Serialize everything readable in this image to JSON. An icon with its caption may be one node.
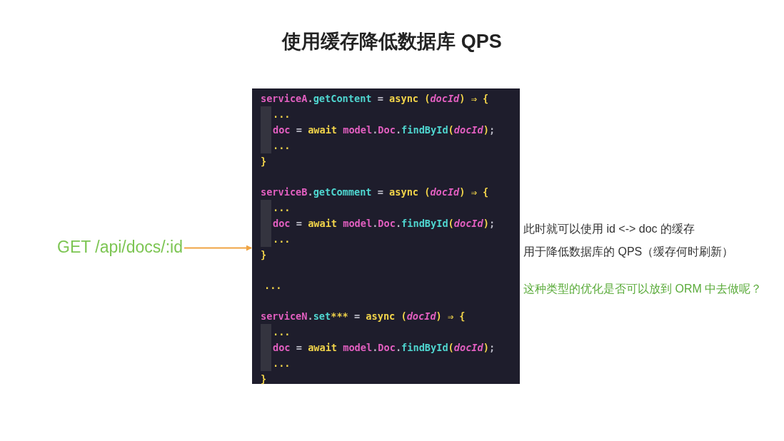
{
  "diagram": {
    "title": "使用缓存降低数据库 QPS",
    "nodes": [
      {
        "text": [
          "GET /api/docs/:id"
        ]
      },
      {
        "text": [
          "serviceA.getContent = async (docId) ⇒ {",
          "...",
          "doc = await model.Doc.findById(docId);",
          "...",
          "}",
          "serviceB.getComment = async (docId) ⇒ {",
          "...",
          "doc = await model.Doc.findById(docId);",
          "...",
          "}",
          "...",
          "serviceN.set*** = async (docId) ⇒ {",
          "...",
          "doc = await model.Doc.findById(docId);",
          "...",
          "}"
        ]
      }
    ],
    "edges": [
      {
        "from": 0,
        "to": 1,
        "arrow": "to",
        "color": "#f0a443"
      }
    ],
    "labels": [
      "此时就可以使用 id <-> doc 的缓存",
      "用于降低数据库的 QPS（缓存何时刷新）",
      "这种类型的优化是否可以放到 ORM 中去做呢？"
    ]
  }
}
